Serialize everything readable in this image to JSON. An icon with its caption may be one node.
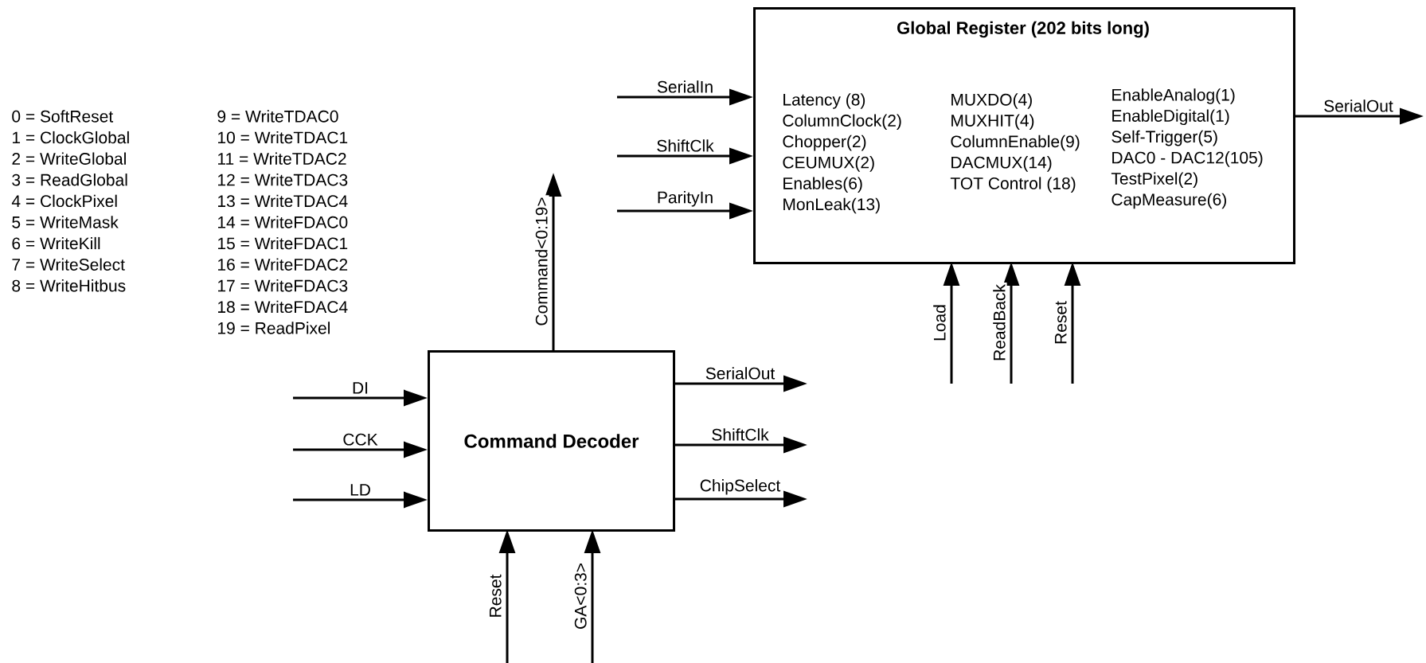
{
  "diagram": {
    "nodes": [
      {
        "text": [
          "Global Register (202 bits long)",
          "Latency (8)",
          "ColumnClock(2)",
          "Chopper(2)",
          "CEUMUX(2)",
          "Enables(6)",
          "MonLeak(13)",
          "MUXDO(4)",
          "MUXHIT(4)",
          "ColumnEnable(9)",
          "DACMUX(14)",
          "TOT Control (18)",
          "EnableAnalog(1)",
          "EnableDigital(1)",
          "Self-Trigger(5)",
          "DAC0 - DAC12(105)",
          "TestPixel(2)",
          "CapMeasure(6)"
        ]
      },
      {
        "text": [
          "Command Decoder"
        ]
      }
    ],
    "edges": [
      {
        "from": null,
        "to": 0,
        "arrow": "to",
        "label": "SerialIn"
      },
      {
        "from": null,
        "to": 0,
        "arrow": "to",
        "label": "ShiftClk"
      },
      {
        "from": null,
        "to": 0,
        "arrow": "to",
        "label": "ParityIn"
      },
      {
        "from": 0,
        "to": null,
        "arrow": "to",
        "label": "SerialOut"
      },
      {
        "from": null,
        "to": 0,
        "arrow": "to",
        "label": "Load"
      },
      {
        "from": null,
        "to": 0,
        "arrow": "to",
        "label": "ReadBack"
      },
      {
        "from": null,
        "to": 0,
        "arrow": "to",
        "label": "Reset"
      },
      {
        "from": 1,
        "to": null,
        "arrow": "to",
        "label": "Command<0:19>"
      },
      {
        "from": null,
        "to": 1,
        "arrow": "to",
        "label": "DI"
      },
      {
        "from": null,
        "to": 1,
        "arrow": "to",
        "label": "CCK"
      },
      {
        "from": null,
        "to": 1,
        "arrow": "to",
        "label": "LD"
      },
      {
        "from": 1,
        "to": null,
        "arrow": "to",
        "label": "SerialOut"
      },
      {
        "from": 1,
        "to": null,
        "arrow": "to",
        "label": "ShiftClk"
      },
      {
        "from": 1,
        "to": null,
        "arrow": "to",
        "label": "ChipSelect"
      },
      {
        "from": null,
        "to": 1,
        "arrow": "to",
        "label": "Reset"
      },
      {
        "from": null,
        "to": 1,
        "arrow": "to",
        "label": "GA<0:3>"
      }
    ],
    "labels": [
      "0 = SoftReset",
      "1 = ClockGlobal",
      "2 = WriteGlobal",
      "3 = ReadGlobal",
      "4 = ClockPixel",
      "5 = WriteMask",
      "6 = WriteKill",
      "7 = WriteSelect",
      "8 = WriteHitbus",
      "9 = WriteTDAC0",
      "10 = WriteTDAC1",
      "11 = WriteTDAC2",
      "12 = WriteTDAC3",
      "13 = WriteTDAC4",
      "14 = WriteFDAC0",
      "15 = WriteFDAC1",
      "16 = WriteFDAC2",
      "17 = WriteFDAC3",
      "18 = WriteFDAC4",
      "19 = ReadPixel"
    ]
  }
}
